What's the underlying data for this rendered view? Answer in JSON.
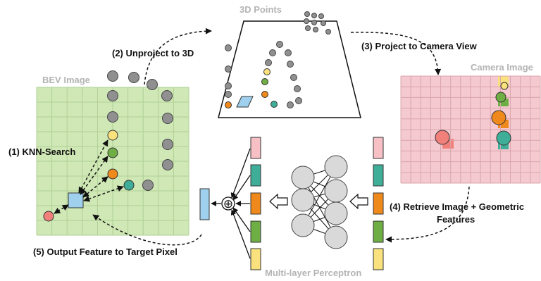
{
  "titles": {
    "bev_image": "BEV Image",
    "points_3d": "3D Points",
    "camera_image": "Camera Image",
    "mlp": "Multi-layer Perceptron"
  },
  "steps": {
    "knn_search": "(1) KNN-Search",
    "unproject": "(2) Unproject to 3D",
    "project": "(3) Project to Camera View",
    "retrieve_line1": "(4) Retrieve Image + Geometric",
    "retrieve_line2": "Features",
    "output": "(5) Output Feature to Target Pixel"
  },
  "symbols": {
    "aggregate": "⊕"
  },
  "colors": {
    "bev_fill": "#cfe8b5",
    "bev_grid": "#b2cf97",
    "camera_fill": "#f4c9cf",
    "camera_grid": "#d9a6ad",
    "grey_point": "#909090",
    "yellow": "#f9e27d",
    "green": "#6fae45",
    "orange": "#f0891c",
    "teal": "#3fae98",
    "red": "#f2807a",
    "blue": "#9fd0ee",
    "pink_feature": "#f6c0c4",
    "mlp_node": "#d9d9d9"
  }
}
